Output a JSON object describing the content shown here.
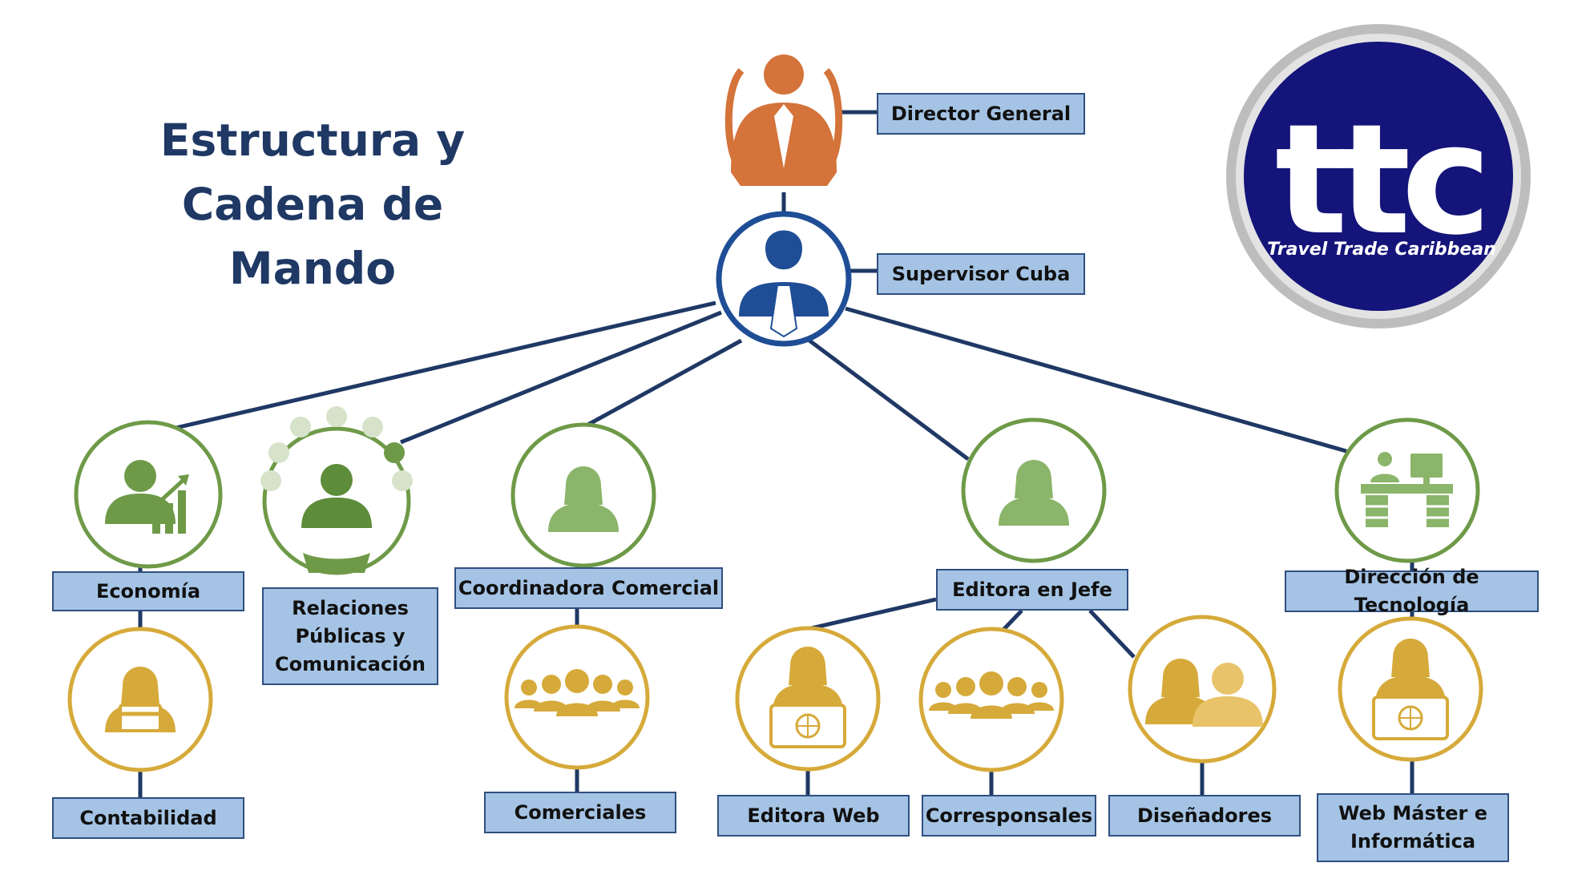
{
  "title": {
    "line1": "Estructura y",
    "line2": "Cadena de Mando"
  },
  "logo": {
    "mark": "ttc",
    "tagline": "Travel Trade Caribbean",
    "colors": {
      "disc": "#14147a",
      "ring": "#c9c9c9"
    }
  },
  "colors": {
    "line": "#1f3864",
    "director": "#d4733a",
    "supervisor": "#1f4e96",
    "green": "#6e9a48",
    "gold": "#d6aa3a",
    "box": "#a5c4e5"
  },
  "roles": {
    "director": "Director General",
    "supervisor": "Supervisor Cuba",
    "economia": "Economía",
    "relaciones": "Relaciones\nPúblicas y\nComunicación",
    "coordinadora": "Coordinadora Comercial",
    "editora_jefe": "Editora en Jefe",
    "tecnologia": "Dirección de Tecnología",
    "contabilidad": "Contabilidad",
    "comerciales": "Comerciales",
    "editora_web": "Editora Web",
    "corresponsales": "Corresponsales",
    "disenadores": "Diseñadores",
    "webmaster": "Web Máster e\nInformática"
  }
}
